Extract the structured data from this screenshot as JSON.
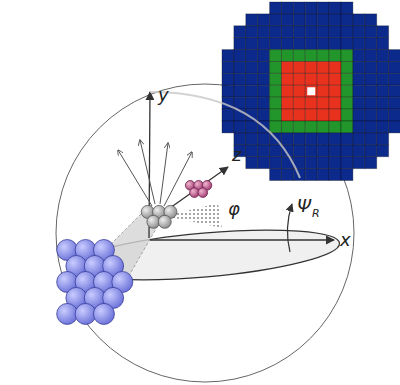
{
  "diagram": {
    "labels": [
      "y",
      "z",
      "φ",
      "Ψ",
      "R",
      "x"
    ]
  }
}
